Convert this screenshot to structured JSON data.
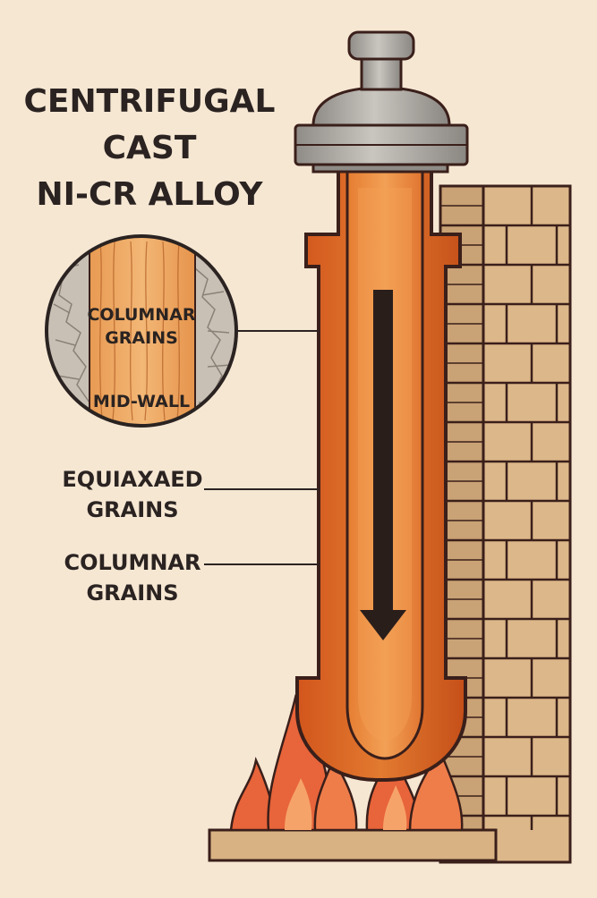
{
  "title": {
    "line1": "CENTRIFUGAL",
    "line2": "CAST",
    "line3": "NI-CR ALLOY"
  },
  "inset": {
    "label_top_line1": "COLUMNAR",
    "label_top_line2": "GRAINS",
    "label_bottom": "MID-WALL"
  },
  "callouts": {
    "equiaxed_line1": "EQUIAXAED",
    "equiaxed_line2": "GRAINS",
    "columnar_line1": "COLUMNAR",
    "columnar_line2": "GRAINS"
  },
  "colors": {
    "background": "#f6e7d3",
    "tube_outer": "#d2561c",
    "tube_inner": "#ea8a3a",
    "outline": "#3a1f1a",
    "cap_metal": "#a7a39d",
    "brick": "#dcb789",
    "flame": "#e8643a"
  },
  "icons": [
    "downward-arrow-icon",
    "flame-icon",
    "brick-wall-icon",
    "mold-cap-icon"
  ]
}
